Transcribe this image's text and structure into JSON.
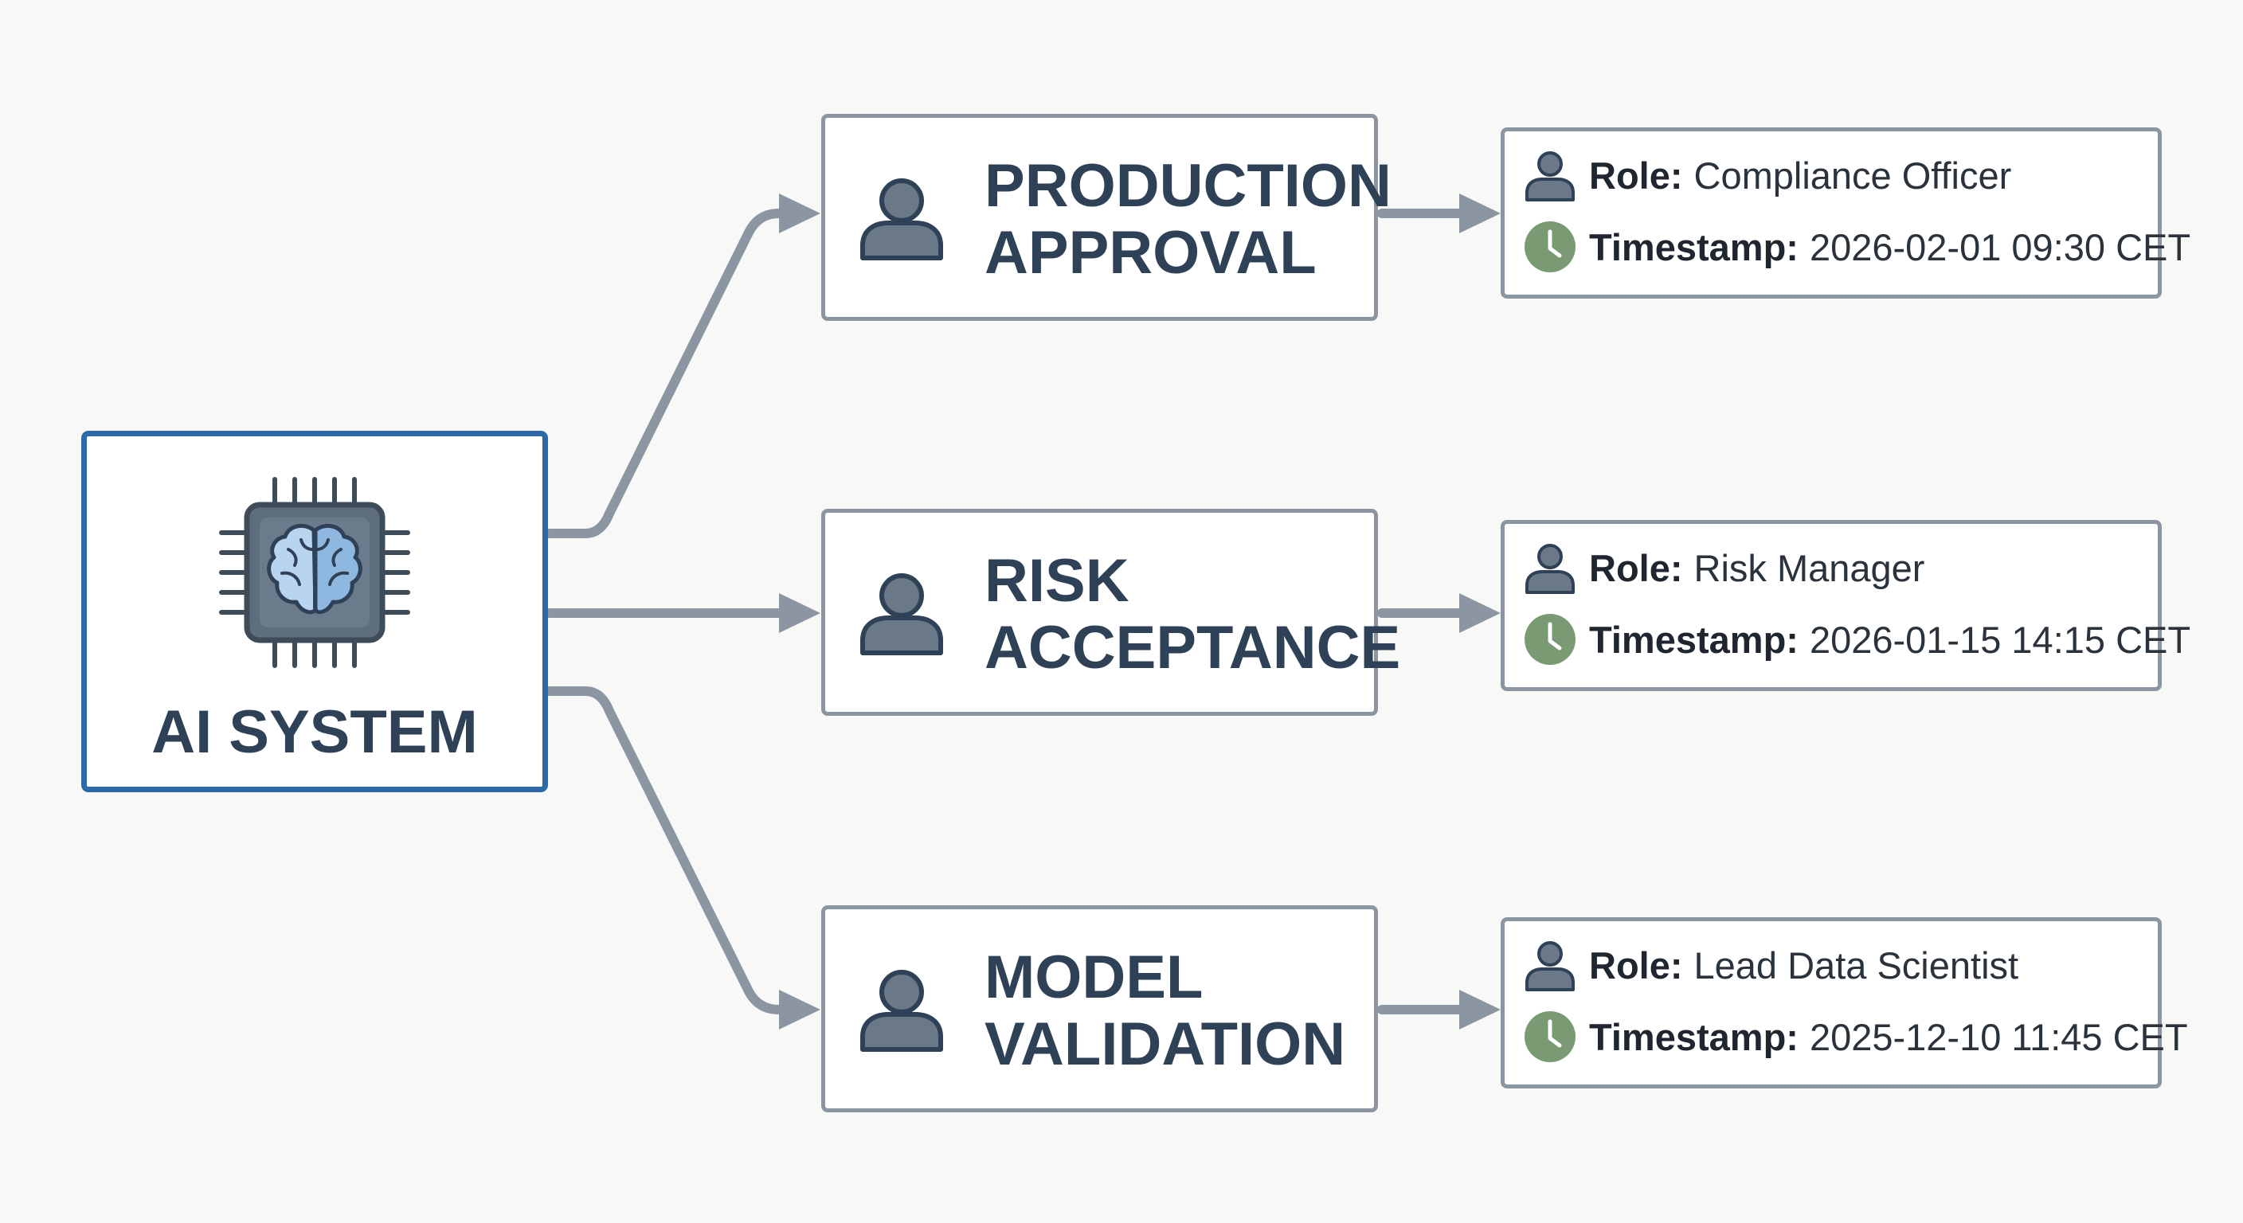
{
  "colors": {
    "background": "#f8f9f7",
    "source_border": "#2d69a9",
    "box_border": "#8b96a2",
    "connector": "#8b96a2",
    "title_text": "#2f4156",
    "person_icon": "#5e6b78",
    "clock_icon": "#7a9a74"
  },
  "source": {
    "label": "AI SYSTEM",
    "icon": "brain-chip-icon"
  },
  "steps": [
    {
      "title_lines": [
        "PRODUCTION",
        "APPROVAL"
      ],
      "icon": "person-icon",
      "role_label": "Role:",
      "role": "Compliance Officer",
      "timestamp_label": "Timestamp:",
      "timestamp": "2026-02-01 09:30 CET"
    },
    {
      "title_lines": [
        "RISK",
        "ACCEPTANCE"
      ],
      "icon": "person-icon",
      "role_label": "Role:",
      "role": "Risk Manager",
      "timestamp_label": "Timestamp:",
      "timestamp": "2026-01-15 14:15 CET"
    },
    {
      "title_lines": [
        "MODEL",
        "VALIDATION"
      ],
      "icon": "person-icon",
      "role_label": "Role:",
      "role": "Lead Data Scientist",
      "timestamp_label": "Timestamp:",
      "timestamp": "2025-12-10 11:45 CET"
    }
  ]
}
